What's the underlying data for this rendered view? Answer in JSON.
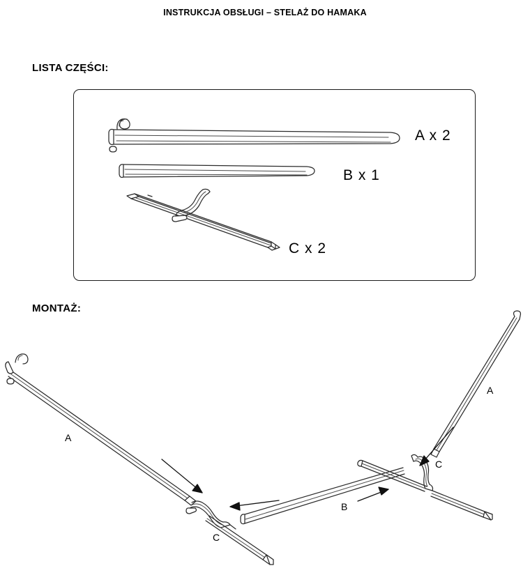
{
  "document": {
    "title": "INSTRUKCJA OBSŁUGI – STELAŻ DO HAMAKA",
    "language": "pl"
  },
  "sections": {
    "parts": {
      "heading": "LISTA CZĘŚCI:",
      "items": [
        {
          "code": "A",
          "quantity": 2,
          "label": "A x 2",
          "description": "long-pole-with-hook"
        },
        {
          "code": "B",
          "quantity": 1,
          "label": "B x 1",
          "description": "short-connector-pole"
        },
        {
          "code": "C",
          "quantity": 2,
          "label": "C x 2",
          "description": "base-foot-with-bracket"
        }
      ]
    },
    "assembly": {
      "heading": "MONTAŻ:",
      "callouts": [
        {
          "id": "a-left",
          "label": "A"
        },
        {
          "id": "a-right",
          "label": "A"
        },
        {
          "id": "b",
          "label": "B"
        },
        {
          "id": "c-left",
          "label": "C"
        },
        {
          "id": "c-right",
          "label": "C"
        }
      ]
    }
  },
  "colors": {
    "ink": "#2b2b2b",
    "text": "#000000",
    "page": "#ffffff",
    "arrow": "#111111"
  }
}
